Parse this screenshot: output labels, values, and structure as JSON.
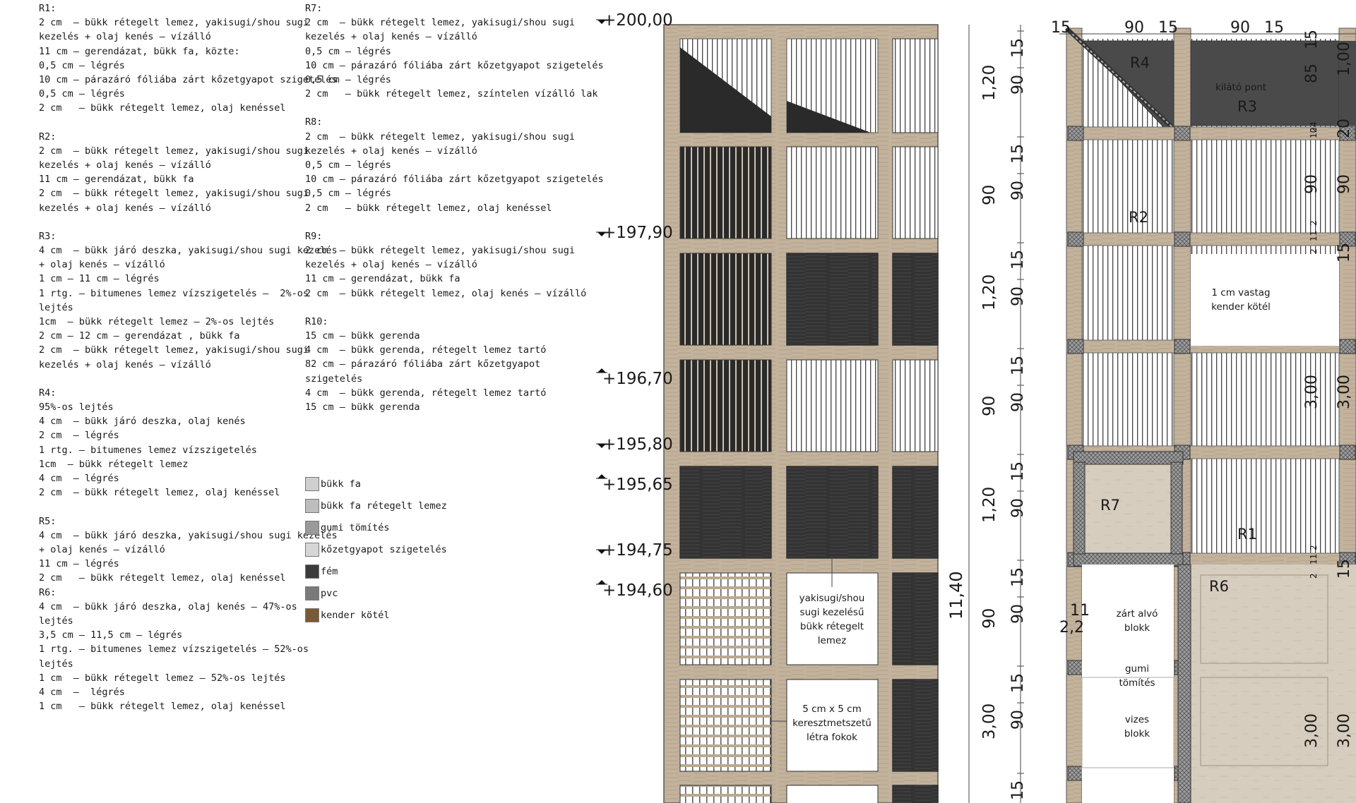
{
  "spec_columns": [
    [
      {
        "title": "R1:",
        "lines": [
          "2 cm  – bükk rétegelt lemez, yakisugi/shou sugi",
          "kezelés + olaj kenés – vízálló",
          "11 cm – gerendázat, bükk fa, közte:",
          "0,5 cm – légrés",
          "10 cm – párazáró fóliába zárt kőzetgyapot szigetelés",
          "0,5 cm – légrés",
          "2 cm   – bükk rétegelt lemez, olaj kenéssel"
        ]
      },
      {
        "title": "R2:",
        "lines": [
          "2 cm  – bükk rétegelt lemez, yakisugi/shou sugi",
          "kezelés + olaj kenés – vízálló",
          "11 cm – gerendázat, bükk fa",
          "2 cm  – bükk rétegelt lemez, yakisugi/shou sugi",
          "kezelés + olaj kenés – vízálló"
        ]
      },
      {
        "title": "R3:",
        "lines": [
          "4 cm  – bükk járó deszka, yakisugi/shou sugi kezelés",
          "+ olaj kenés – vízálló",
          "1 cm – 11 cm – légrés",
          "1 rtg. – bitumenes lemez vízszigetelés –  2%-os",
          "lejtés",
          "1cm  – bükk rétegelt lemez – 2%-os lejtés",
          "2 cm – 12 cm – gerendázat , bükk fa",
          "2 cm  – bükk rétegelt lemez, yakisugi/shou sugi",
          "kezelés + olaj kenés – vízálló"
        ]
      },
      {
        "title": "R4:",
        "lines": [
          "95%-os lejtés",
          "4 cm  – bükk járó deszka, olaj kenés",
          "2 cm  – légrés",
          "1 rtg. – bitumenes lemez vízszigetelés",
          "1cm  – bükk rétegelt lemez",
          "4 cm  – légrés",
          "2 cm  – bükk rétegelt lemez, olaj kenéssel"
        ]
      },
      {
        "title": "R5:",
        "lines": [
          "4 cm  – bükk járó deszka, yakisugi/shou sugi kezelés",
          "+ olaj kenés – vízálló",
          "11 cm – légrés",
          "2 cm   – bükk rétegelt lemez, olaj kenéssel"
        ]
      },
      {
        "title": "R6:",
        "lines": [
          "4 cm  – bükk járó deszka, olaj kenés – 47%-os",
          "lejtés",
          "3,5 cm – 11,5 cm – légrés",
          "1 rtg. – bitumenes lemez vízszigetelés – 52%-os",
          "lejtés",
          "1 cm  – bükk rétegelt lemez – 52%-os lejtés",
          "4 cm  –  légrés",
          "1 cm   – bükk rétegelt lemez, olaj kenéssel"
        ]
      }
    ],
    [
      {
        "title": "R7:",
        "lines": [
          "2 cm  – bükk rétegelt lemez, yakisugi/shou sugi",
          "kezelés + olaj kenés – vízálló",
          "0,5 cm – légrés",
          "10 cm – párazáró fóliába zárt kőzetgyapot szigetelés",
          "0,5 cm – légrés",
          "2 cm   – bükk rétegelt lemez, színtelen vízálló lak"
        ]
      },
      {
        "title": "R8:",
        "lines": [
          "2 cm  – bükk rétegelt lemez, yakisugi/shou sugi",
          "kezelés + olaj kenés – vízálló",
          "0,5 cm – légrés",
          "10 cm – párazáró fóliába zárt kőzetgyapot szigetelés",
          "0,5 cm – légrés",
          "2 cm   – bükk rétegelt lemez, olaj kenéssel"
        ]
      },
      {
        "title": "R9:",
        "lines": [
          "2 cm  – bükk rétegelt lemez, yakisugi/shou sugi",
          "kezelés + olaj kenés – vízálló",
          "11 cm – gerendázat, bükk fa",
          "2 cm  – bükk rétegelt lemez, olaj kenés – vízálló"
        ]
      },
      {
        "title": "R10:",
        "lines": [
          "15 cm – bükk gerenda",
          "4 cm  – bükk gerenda, rétegelt lemez tartó",
          "82 cm – párazáró fóliába zárt kőzetgyapot",
          "szigetelés",
          "4 cm  – bükk gerenda, rétegelt lemez tartó",
          "15 cm – bükk gerenda"
        ]
      }
    ]
  ],
  "legend": [
    {
      "label": "bükk fa",
      "color": "#cfcfcf"
    },
    {
      "label": "bükk fa rétegelt lemez",
      "color": "#bdbdbd"
    },
    {
      "label": "gumi tömítés",
      "color": "#9a9a9a"
    },
    {
      "label": "kőzetgyapot szigetelés",
      "color": "#d6d6d6"
    },
    {
      "label": "fém",
      "color": "#3b3b3b"
    },
    {
      "label": "pvc",
      "color": "#7a7a7a"
    },
    {
      "label": "kender kötél",
      "color": "#7a5a36"
    }
  ],
  "levels": [
    "+200,00",
    "+197,90",
    "+196,70",
    "+195,80",
    "+195,65",
    "+194,75",
    "+194,60"
  ],
  "elevation_labels": [
    "yakisugi/shou sugi kezelésű bükk rétegelt lemez",
    "5 cm x 5 cm keresztmetszetű létra fokok"
  ],
  "dims": {
    "total": "11,40",
    "major": [
      "1,20",
      "90",
      "1,20",
      "90",
      "1,20",
      "90",
      "3,00"
    ],
    "minor": [
      "15",
      "90",
      "15",
      "90",
      "15",
      "90",
      "15",
      "90",
      "15",
      "90",
      "15",
      "90",
      "15",
      "90",
      "15"
    ],
    "top": [
      "15",
      "90",
      "15",
      "90",
      "15"
    ],
    "right_inner": [
      "15",
      "85",
      "4",
      "2",
      "10",
      "90",
      "2",
      "11",
      "2",
      "3,00",
      "2",
      "11",
      "2",
      "3,00"
    ],
    "right_outer": [
      "1,00",
      "20",
      "90",
      "15",
      "3,00",
      "15",
      "3,00"
    ]
  },
  "section": {
    "rooms": [
      "R4",
      "R3",
      "R2",
      "R7",
      "R1",
      "R6"
    ],
    "notes": [
      "kilátó pont",
      "1 cm vastag kender kötél",
      "zárt alvó blokk",
      "gumi tömítés",
      "vizes blokk"
    ],
    "small_dims": [
      "11",
      "2,2"
    ]
  },
  "colors": {
    "wood": "#c3b29c",
    "burnt": "#2f2f2f",
    "white": "#ffffff",
    "rubber": "#8f8f8f"
  }
}
